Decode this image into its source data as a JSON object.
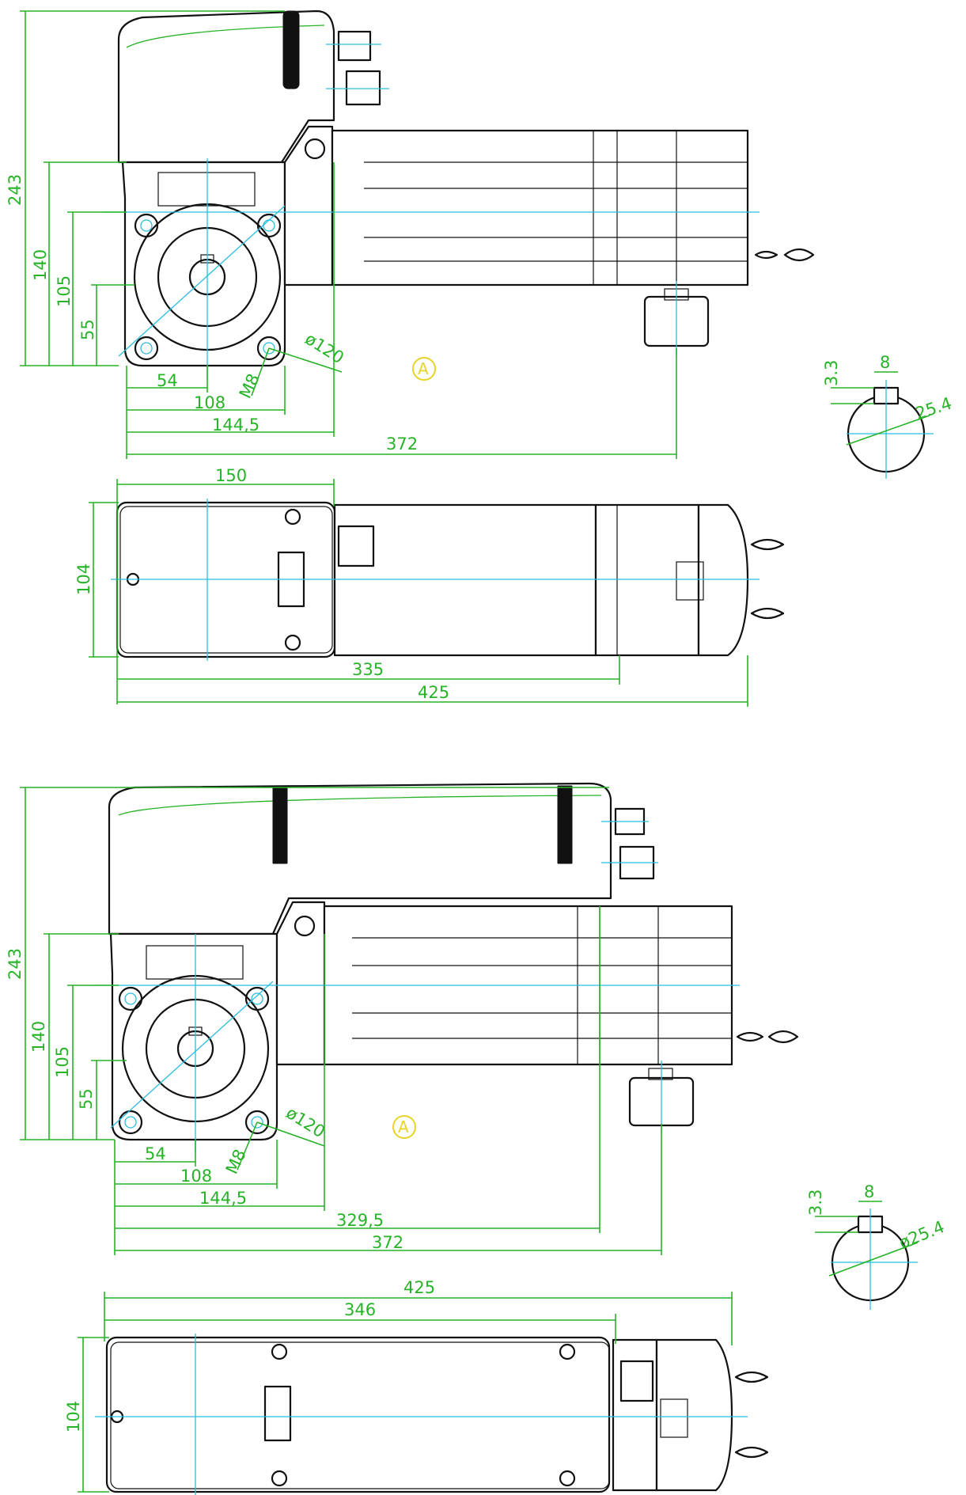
{
  "colors": {
    "outline": "#111111",
    "dimension": "#27b327",
    "axis": "#29bde0",
    "marker": "#e8d426"
  },
  "top": {
    "side_view": {
      "heights": {
        "h243": "243",
        "h140": "140",
        "h105": "105",
        "h55": "55"
      },
      "widths": {
        "w54": "54",
        "w108": "108",
        "w144": "144,5",
        "w372": "372"
      },
      "callouts": {
        "diameter": "ø120",
        "thread": "M8"
      },
      "marker": "A"
    },
    "shaft_detail": {
      "key_depth": "3.3",
      "key_width": "8",
      "diameter": "25.4"
    },
    "plan_view": {
      "width": "150",
      "height": "104",
      "len335": "335",
      "len425": "425"
    }
  },
  "bottom": {
    "side_view": {
      "heights": {
        "h243": "243",
        "h140": "140",
        "h105": "105",
        "h55": "55"
      },
      "widths": {
        "w54": "54",
        "w108": "108",
        "w144": "144,5",
        "w329": "329,5",
        "w372": "372"
      },
      "callouts": {
        "diameter": "ø120",
        "thread": "M8"
      },
      "marker": "A"
    },
    "shaft_detail": {
      "key_depth": "3.3",
      "key_width": "8",
      "diameter": "ø25.4"
    },
    "plan_view": {
      "height": "104",
      "len425": "425",
      "len346": "346"
    }
  }
}
